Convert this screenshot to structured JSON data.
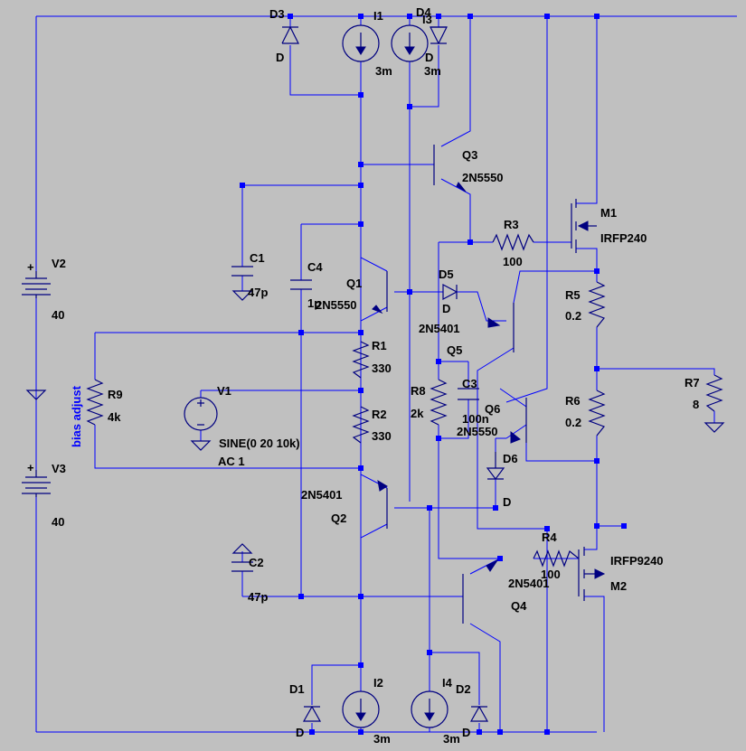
{
  "components": {
    "D1": {
      "name": "D1",
      "value": "D"
    },
    "D2": {
      "name": "D2",
      "value": "D"
    },
    "D3": {
      "name": "D3",
      "value": "D"
    },
    "D4": {
      "name": "D4",
      "value": "D"
    },
    "D5": {
      "name": "D5",
      "value": "D"
    },
    "D6": {
      "name": "D6",
      "value": "D"
    },
    "I1": {
      "name": "I1",
      "value": "3m"
    },
    "I2": {
      "name": "I2",
      "value": "3m"
    },
    "I3": {
      "name": "I3",
      "value": "3m"
    },
    "I4": {
      "name": "I4",
      "value": "3m"
    },
    "Q1": {
      "name": "Q1",
      "value": "2N5550"
    },
    "Q2": {
      "name": "Q2",
      "value": "2N5401"
    },
    "Q3": {
      "name": "Q3",
      "value": "2N5550"
    },
    "Q4": {
      "name": "Q4",
      "value": "2N5401"
    },
    "Q5": {
      "name": "Q5",
      "value": "2N5401"
    },
    "Q6": {
      "name": "Q6",
      "value": "2N5550"
    },
    "M1": {
      "name": "M1",
      "value": "IRFP240"
    },
    "M2": {
      "name": "M2",
      "value": "IRFP9240"
    },
    "R1": {
      "name": "R1",
      "value": "330"
    },
    "R2": {
      "name": "R2",
      "value": "330"
    },
    "R3": {
      "name": "R3",
      "value": "100"
    },
    "R4": {
      "name": "R4",
      "value": "100"
    },
    "R5": {
      "name": "R5",
      "value": "0.2"
    },
    "R6": {
      "name": "R6",
      "value": "0.2"
    },
    "R7": {
      "name": "R7",
      "value": "8"
    },
    "R8": {
      "name": "R8",
      "value": "2k"
    },
    "R9": {
      "name": "R9",
      "value": "4k"
    },
    "C1": {
      "name": "C1",
      "value": "47p"
    },
    "C2": {
      "name": "C2",
      "value": "47p"
    },
    "C3": {
      "name": "C3",
      "value": "100n"
    },
    "C4": {
      "name": "C4",
      "value": "1p"
    },
    "V1": {
      "name": "V1",
      "value": "SINE(0 20 10k)",
      "ac": "AC 1"
    },
    "V2": {
      "name": "V2",
      "value": "40"
    },
    "V3": {
      "name": "V3",
      "value": "40"
    }
  },
  "annotations": {
    "bias_adjust": "bias adjust"
  },
  "colors": {
    "background": "#c0c0c0",
    "wire": "#0000ff",
    "device": "#000080",
    "text": "#000000"
  }
}
